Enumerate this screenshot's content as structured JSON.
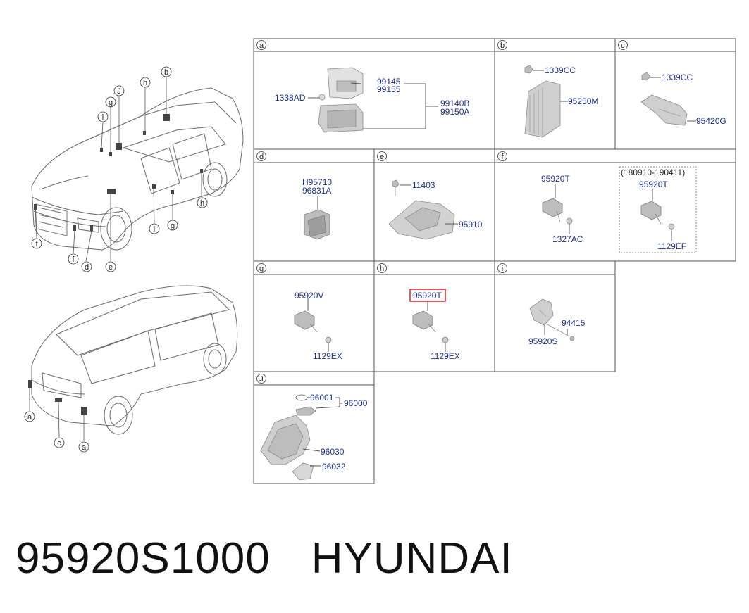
{
  "vehicle_callouts": {
    "top": [
      "b",
      "h",
      "g",
      "J",
      "i",
      "f",
      "f",
      "d",
      "e",
      "i",
      "g",
      "h"
    ],
    "bottom": [
      "a",
      "c",
      "a"
    ]
  },
  "panels": {
    "a": {
      "label": "a",
      "parts": [
        "1338AD",
        "99145",
        "99155",
        "99140B",
        "99150A"
      ]
    },
    "b": {
      "label": "b",
      "parts": [
        "1339CC",
        "95250M"
      ]
    },
    "c": {
      "label": "c",
      "parts": [
        "1339CC",
        "95420G"
      ]
    },
    "d": {
      "label": "d",
      "parts": [
        "H95710",
        "96831A"
      ]
    },
    "e": {
      "label": "e",
      "parts": [
        "11403",
        "95910"
      ]
    },
    "f": {
      "label": "f",
      "parts": [
        "95920T",
        "1327AC"
      ],
      "variant_note": "(180910-190411)",
      "variant_parts": [
        "95920T",
        "1129EF"
      ]
    },
    "g": {
      "label": "g",
      "parts": [
        "95920V",
        "1129EX"
      ]
    },
    "h": {
      "label": "h",
      "parts": [
        "95920T",
        "1129EX"
      ],
      "highlighted_part": "95920T"
    },
    "i": {
      "label": "i",
      "parts": [
        "94415",
        "95920S"
      ]
    },
    "J": {
      "label": "J",
      "parts": [
        "96001",
        "96000",
        "96030",
        "96032"
      ]
    }
  },
  "footer": {
    "part_number": "95920S1000",
    "brand": "HYUNDAI"
  },
  "colors": {
    "part_text": "#1f2f8f",
    "highlight_box": "#e0202a",
    "grid_line": "#555555",
    "drawing": "#9a9a9a"
  }
}
